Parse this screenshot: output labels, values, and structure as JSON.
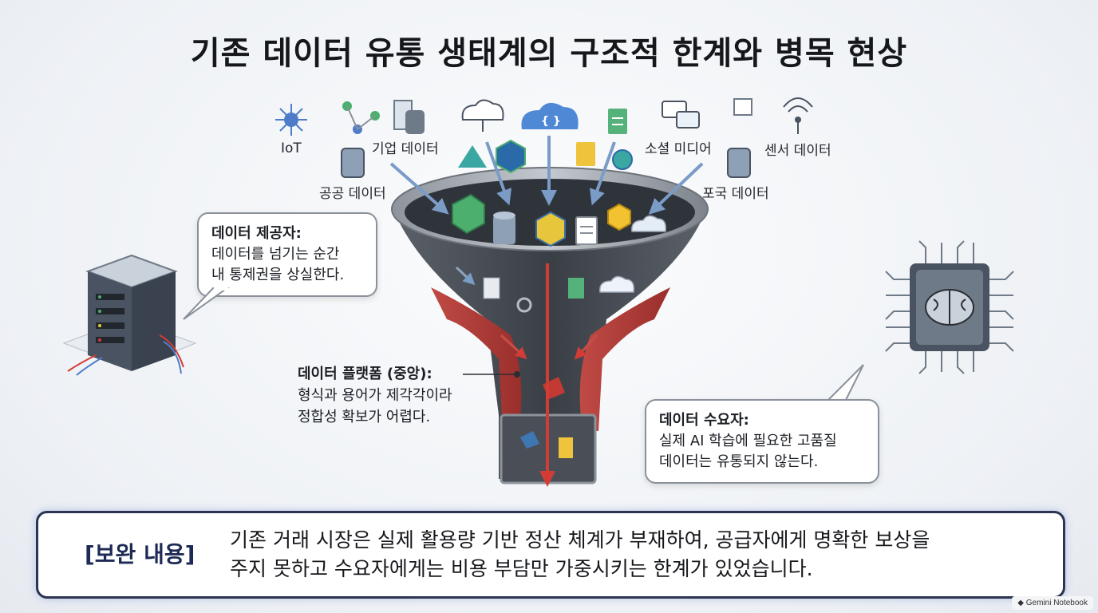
{
  "title": "기존 데이터 유통 생태계의 구조적 한계와 병목 현상",
  "sources": {
    "iot": "IoT",
    "enterprise": "기업 데이터",
    "public": "공공 데이터",
    "social": "소셜 미디어",
    "sensor": "센서 데이터",
    "foreign": "포국 데이터"
  },
  "provider": {
    "head": "데이터 제공자:",
    "line1": "데이터를 넘기는 순간",
    "line2": "내 통제권을 상실한다."
  },
  "platform": {
    "head": "데이터 플랫폼 (중앙):",
    "line1": "형식과 용어가 제각각이라",
    "line2": "정합성 확보가 어렵다."
  },
  "consumer": {
    "head": "데이터 수요자:",
    "line1": "실제 AI 학습에 필요한 고품질",
    "line2": "데이터는 유통되지 않는다."
  },
  "supplement": {
    "tag": "[보완 내용]",
    "line1": "기존 거래 시장은 실제 활용량 기반 정산 체계가 부재하여, 공급자에게 명확한 보상을",
    "line2": "주지 못하고 수요자에게는 비용 부담만 가중시키는 한계가 있었습니다."
  },
  "watermark": "Gemini Notebook"
}
